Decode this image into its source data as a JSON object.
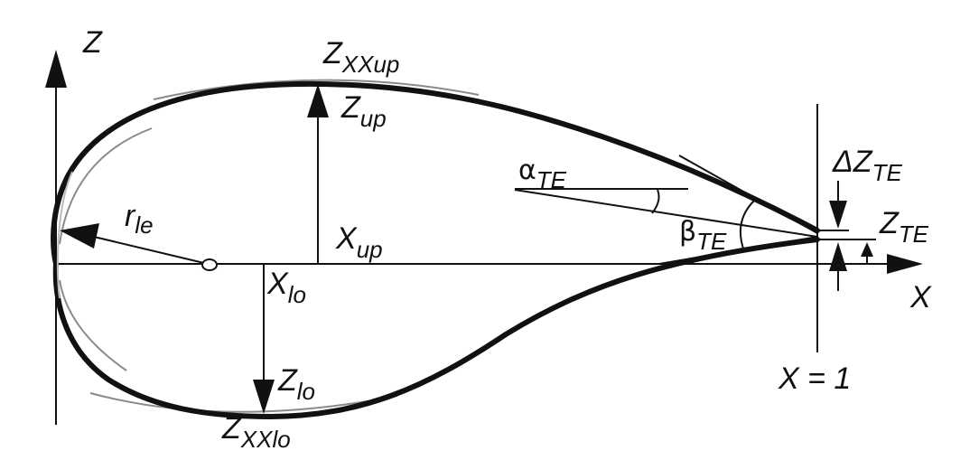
{
  "diagram": {
    "axes": {
      "z_label": "Z",
      "x_label": "X",
      "x_equals_one": "X = 1"
    },
    "labels": {
      "zxxup_main": "Z",
      "zxxup_sub": "XXup",
      "zup_main": "Z",
      "zup_sub": "up",
      "xup_main": "X",
      "xup_sub": "up",
      "xlo_main": "X",
      "xlo_sub": "lo",
      "zlo_main": "Z",
      "zlo_sub": "lo",
      "zxxlo_main": "Z",
      "zxxlo_sub": "XXlo",
      "rle_main": "r",
      "rle_sub": "le",
      "alpha_main": "α",
      "alpha_sub": "TE",
      "beta_main": "β",
      "beta_sub": "TE",
      "dzte_main": "ΔZ",
      "dzte_sub": "TE",
      "zte_main": "Z",
      "zte_sub": "TE"
    },
    "colors": {
      "airfoil": "#111111",
      "guide": "#8a8a8a",
      "line": "#111111"
    }
  }
}
